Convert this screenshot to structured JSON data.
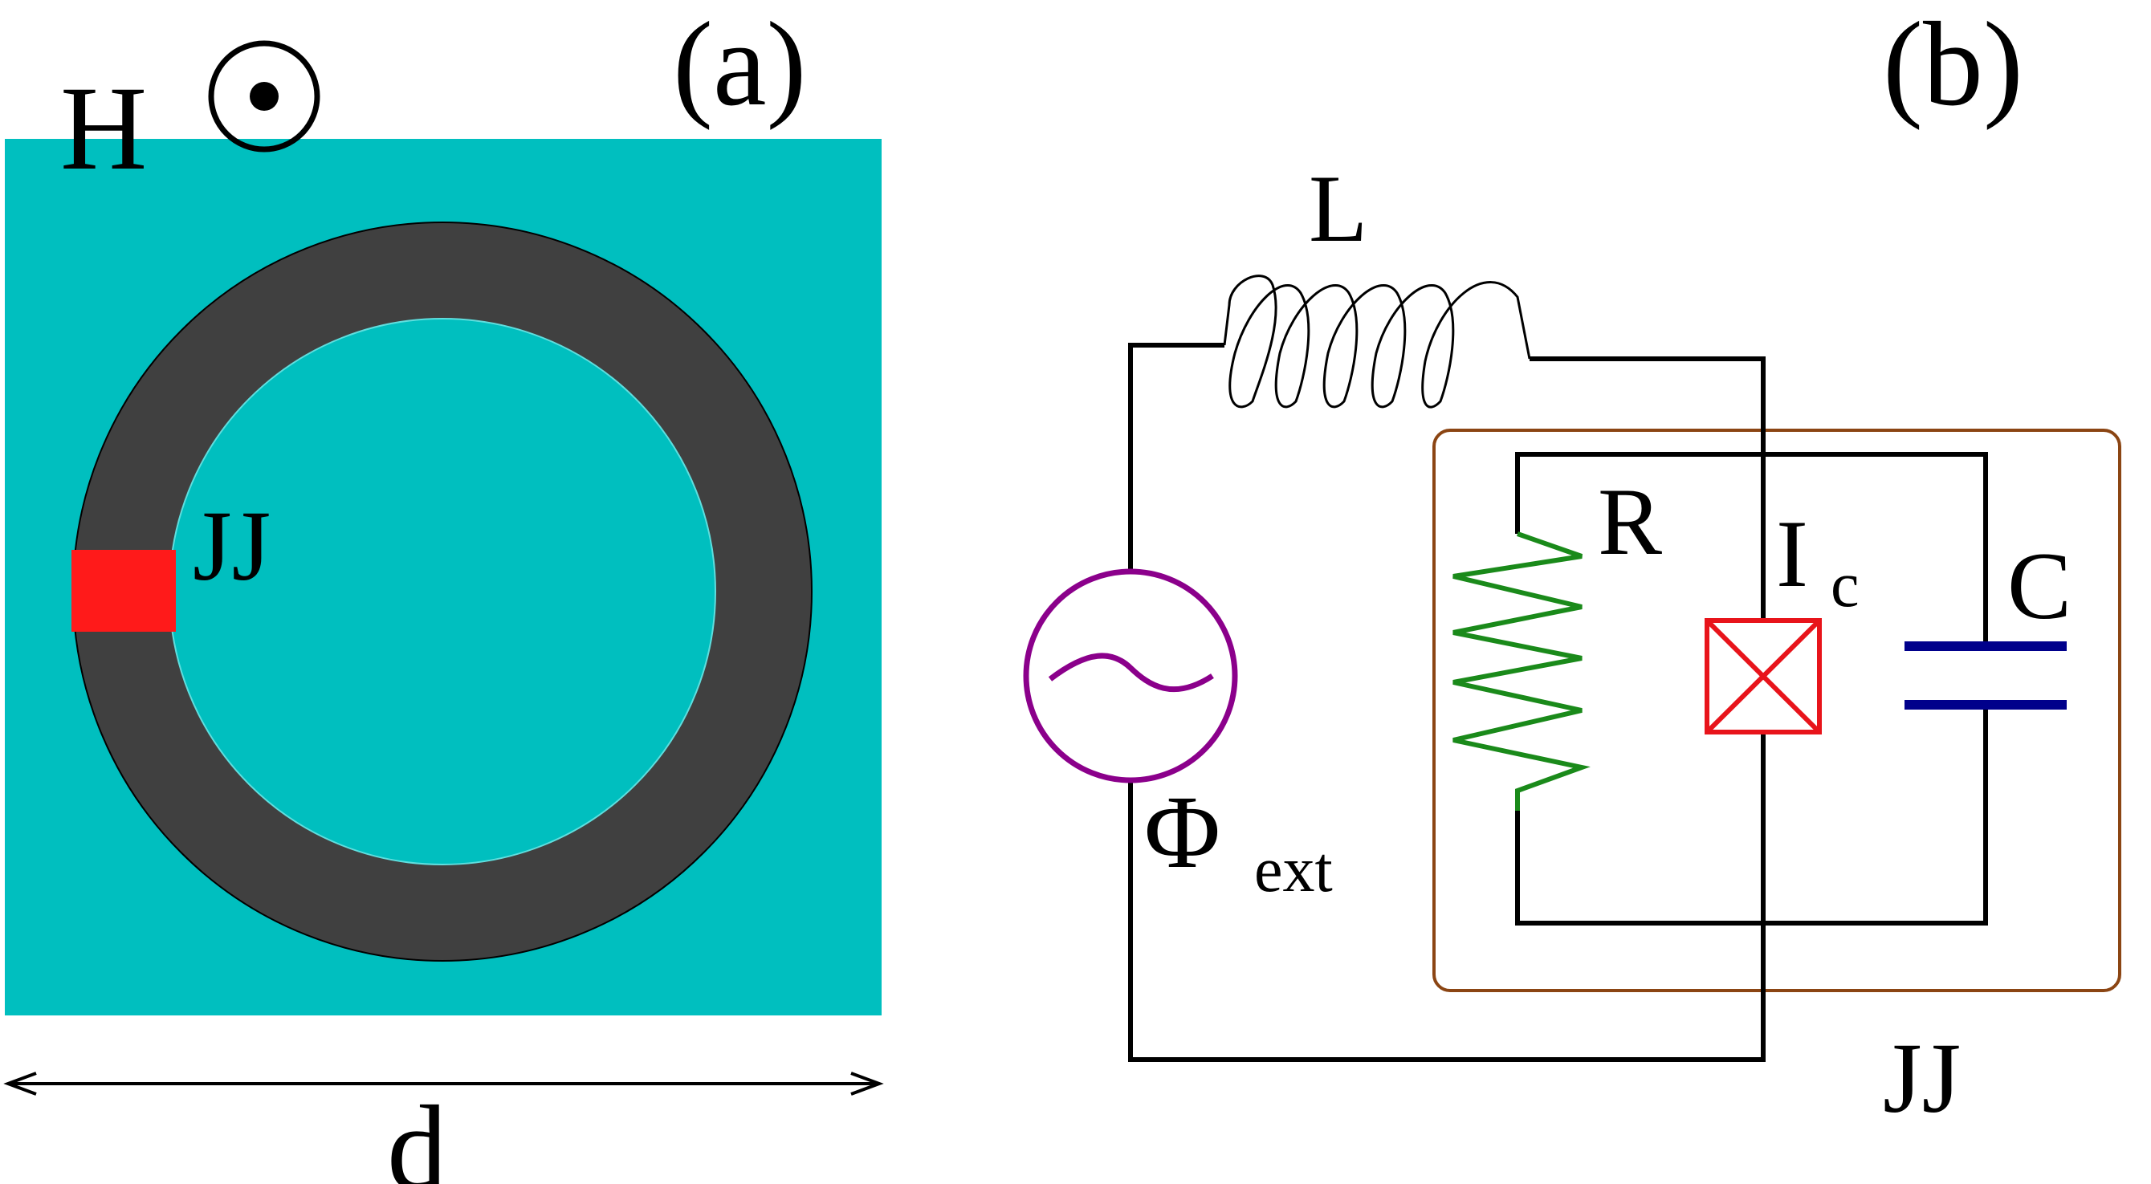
{
  "panel_a": {
    "label": "(a)",
    "field_label": "H",
    "field_direction_icon": "out-of-page-dot-circle",
    "junction_label": "JJ",
    "width_label": "d",
    "colors": {
      "background": "#00BFBF",
      "ring": "#404040",
      "junction": "#FF1A1A"
    }
  },
  "panel_b": {
    "label": "(b)",
    "inductor_label": "L",
    "resistor_label": "R",
    "critical_current_label": {
      "main": "I",
      "sub": "c"
    },
    "capacitor_label": "C",
    "flux_label": {
      "main": "Φ",
      "sub": "ext"
    },
    "junction_label": "JJ",
    "colors": {
      "wire": "#000000",
      "source": "#8B008B",
      "resistor": "#1A8A1A",
      "junction": "#E8141B",
      "capacitor": "#00008B",
      "jj_box": "#8B4513"
    }
  }
}
